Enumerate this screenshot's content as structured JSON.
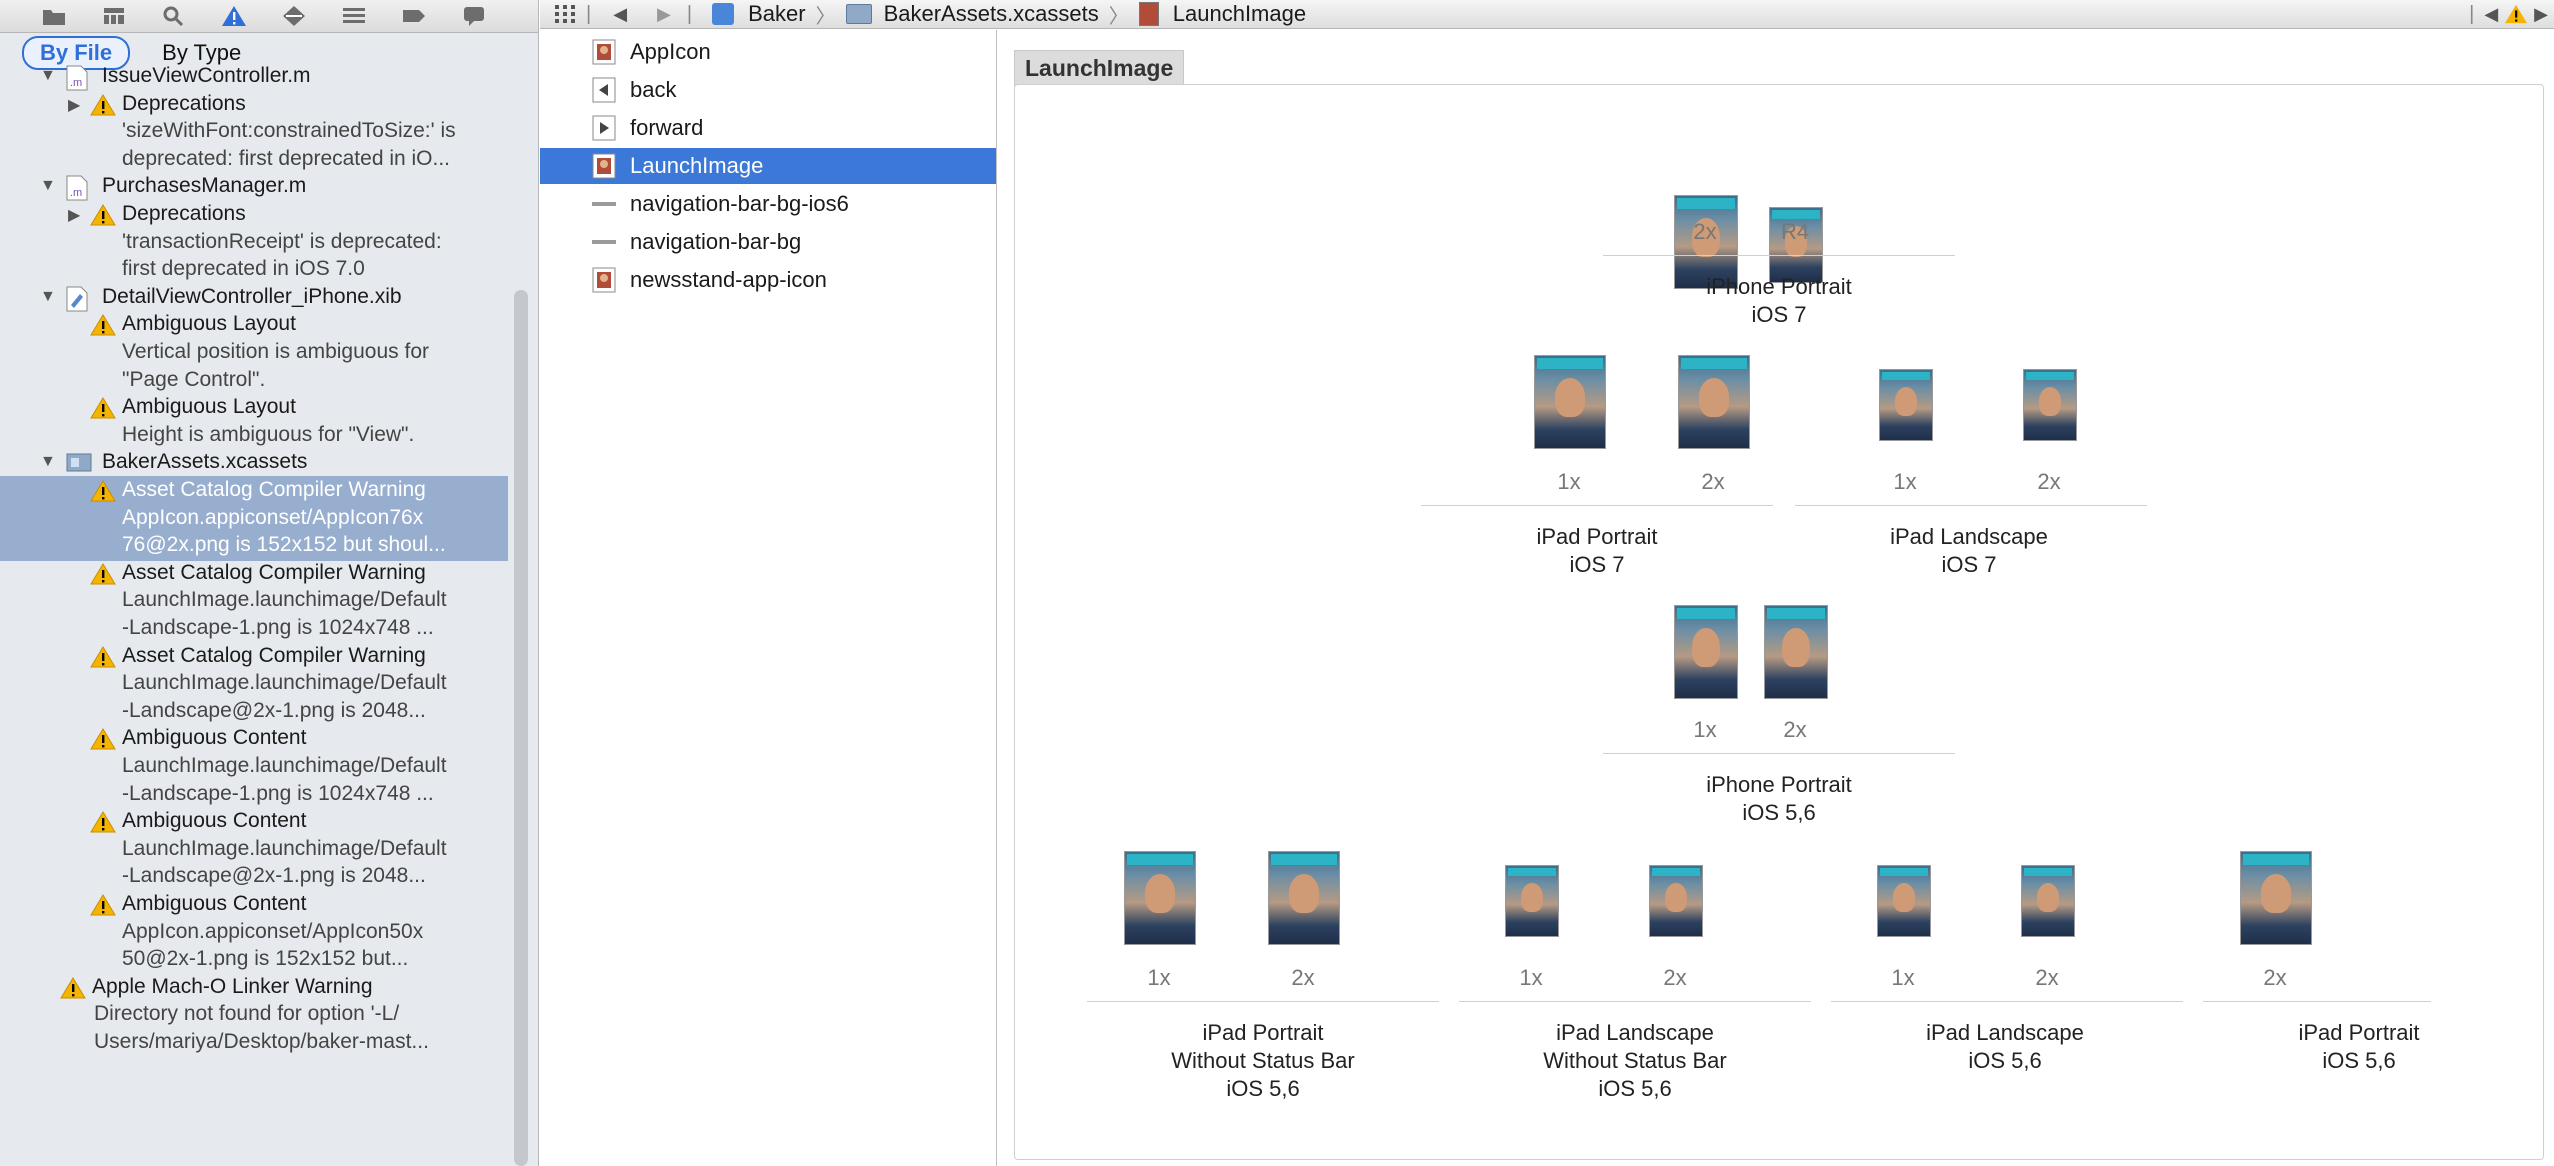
{
  "issue_navigator": {
    "scope_tabs": [
      "By File",
      "By Type"
    ],
    "rows": [
      {
        "kind": "file",
        "icon": "objc-file-icon",
        "label": "IssueViewController.m",
        "level": 0
      },
      {
        "kind": "group",
        "label": "Deprecations",
        "level": 1
      },
      {
        "kind": "detail",
        "label": "'sizeWithFont:constrainedToSize:' is",
        "level": 2
      },
      {
        "kind": "detail",
        "label": "deprecated: first deprecated in iO...",
        "level": 2
      },
      {
        "kind": "file",
        "icon": "objc-file-icon",
        "label": "PurchasesManager.m",
        "level": 0
      },
      {
        "kind": "group",
        "label": "Deprecations",
        "level": 1
      },
      {
        "kind": "detail",
        "label": "'transactionReceipt' is deprecated:",
        "level": 2
      },
      {
        "kind": "detail",
        "label": "first deprecated in iOS 7.0",
        "level": 2
      },
      {
        "kind": "file",
        "icon": "xib-file-icon",
        "label": "DetailViewController_iPhone.xib",
        "level": 0
      },
      {
        "kind": "warn",
        "label": "Ambiguous Layout",
        "level": 1
      },
      {
        "kind": "detail",
        "label": "Vertical position is ambiguous for",
        "level": 2
      },
      {
        "kind": "detail",
        "label": "\"Page Control\".",
        "level": 2
      },
      {
        "kind": "warn",
        "label": "Ambiguous Layout",
        "level": 1
      },
      {
        "kind": "detail",
        "label": "Height is ambiguous for \"View\".",
        "level": 2
      },
      {
        "kind": "file",
        "icon": "asset-catalog-icon",
        "label": "BakerAssets.xcassets",
        "level": 0
      },
      {
        "kind": "warn",
        "label": "Asset Catalog Compiler Warning",
        "level": 1,
        "selected": true
      },
      {
        "kind": "detail",
        "label": "AppIcon.appiconset/AppIcon76x",
        "level": 2,
        "selected": true
      },
      {
        "kind": "detail",
        "label": "76@2x.png is 152x152 but shoul...",
        "level": 2,
        "selected": true
      },
      {
        "kind": "warn",
        "label": "Asset Catalog Compiler Warning",
        "level": 1
      },
      {
        "kind": "detail",
        "label": "LaunchImage.launchimage/Default",
        "level": 2
      },
      {
        "kind": "detail",
        "label": "-Landscape-1.png is 1024x748 ...",
        "level": 2
      },
      {
        "kind": "warn",
        "label": "Asset Catalog Compiler Warning",
        "level": 1
      },
      {
        "kind": "detail",
        "label": "LaunchImage.launchimage/Default",
        "level": 2
      },
      {
        "kind": "detail",
        "label": "-Landscape@2x-1.png is 2048...",
        "level": 2
      },
      {
        "kind": "warn",
        "label": "Ambiguous Content",
        "level": 1
      },
      {
        "kind": "detail",
        "label": "LaunchImage.launchimage/Default",
        "level": 2
      },
      {
        "kind": "detail",
        "label": "-Landscape-1.png is 1024x748 ...",
        "level": 2
      },
      {
        "kind": "warn",
        "label": "Ambiguous Content",
        "level": 1
      },
      {
        "kind": "detail",
        "label": "LaunchImage.launchimage/Default",
        "level": 2
      },
      {
        "kind": "detail",
        "label": "-Landscape@2x-1.png is 2048...",
        "level": 2
      },
      {
        "kind": "warn",
        "label": "Ambiguous Content",
        "level": 1
      },
      {
        "kind": "detail",
        "label": "AppIcon.appiconset/AppIcon50x",
        "level": 2
      },
      {
        "kind": "detail",
        "label": "50@2x-1.png is 152x152 but...",
        "level": 2
      },
      {
        "kind": "warn",
        "label": "Apple Mach-O Linker Warning",
        "level": 0
      },
      {
        "kind": "detail",
        "label": "Directory not found for option '-L/",
        "level": 1
      },
      {
        "kind": "detail",
        "label": "Users/mariya/Desktop/baker-mast...",
        "level": 1
      }
    ]
  },
  "jump_bar": {
    "crumbs": [
      "Baker",
      "BakerAssets.xcassets",
      "LaunchImage"
    ]
  },
  "asset_list": [
    {
      "label": "AppIcon",
      "icon": "image-set-icon"
    },
    {
      "label": "back",
      "icon": "back-arrow-icon"
    },
    {
      "label": "forward",
      "icon": "forward-arrow-icon"
    },
    {
      "label": "LaunchImage",
      "icon": "image-set-icon",
      "selected": true
    },
    {
      "label": "navigation-bar-bg-ios6",
      "icon": "bar-image-icon"
    },
    {
      "label": "navigation-bar-bg",
      "icon": "bar-image-icon"
    },
    {
      "label": "newsstand-app-icon",
      "icon": "image-set-icon"
    }
  ],
  "detail": {
    "title": "LaunchImage",
    "groups": [
      {
        "name": "iPhone Portrait",
        "sub": "iOS 7",
        "slots": [
          "2x",
          "R4"
        ]
      },
      {
        "name": "iPad Portrait",
        "sub": "iOS 7",
        "slots": [
          "1x",
          "2x"
        ]
      },
      {
        "name": "iPad Landscape",
        "sub": "iOS 7",
        "slots": [
          "1x",
          "2x"
        ]
      },
      {
        "name": "iPhone Portrait",
        "sub": "iOS 5,6",
        "slots": [
          "1x",
          "2x"
        ]
      },
      {
        "name": "iPad Portrait",
        "sub2": "Without Status Bar",
        "sub": "iOS 5,6",
        "slots": [
          "1x",
          "2x"
        ]
      },
      {
        "name": "iPad Landscape",
        "sub2": "Without Status Bar",
        "sub": "iOS 5,6",
        "slots": [
          "1x",
          "2x"
        ]
      },
      {
        "name": "iPad Landscape",
        "sub": "iOS 5,6",
        "slots": [
          "1x",
          "2x"
        ]
      },
      {
        "name": "iPad Portrait",
        "sub": "iOS 5,6",
        "slots": [
          "2x"
        ]
      }
    ]
  },
  "colors": {
    "accent": "#3b78d8",
    "warning": "#f5b400",
    "selection_row": "#98aecf"
  }
}
